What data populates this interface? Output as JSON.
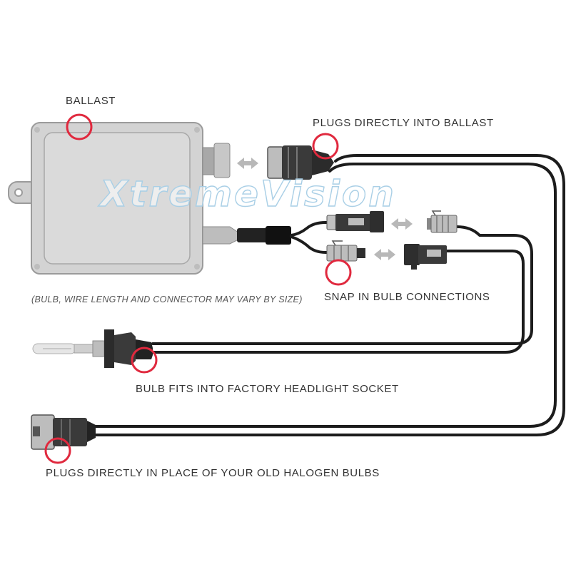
{
  "labels": {
    "ballast": "BALLAST",
    "plugs_ballast": "PLUGS DIRECTLY INTO BALLAST",
    "note": "(BULB, WIRE LENGTH AND CONNECTOR MAY VARY BY SIZE)",
    "snap": "SNAP IN BULB CONNECTIONS",
    "bulb_socket": "BULB FITS INTO FACTORY HEADLIGHT SOCKET",
    "halogen": "PLUGS DIRECTLY IN PLACE OF YOUR OLD HALOGEN BULBS"
  },
  "watermark": "XtremeVision",
  "icons": {
    "arrow": "double-arrow-icon",
    "highlight": "highlight-circle-icon"
  },
  "colors": {
    "highlight": "#e0293e",
    "ballast_fill": "#d3d3d3",
    "ballast_stroke": "#9b9b9b",
    "wire": "#1c1c1c",
    "watermark": "#a9cfe6"
  }
}
